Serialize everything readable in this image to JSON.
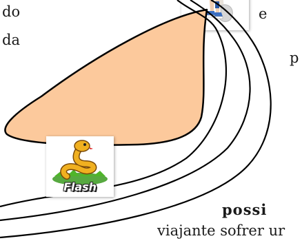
{
  "text_fragments": {
    "do": "do",
    "da": "da",
    "e": "e",
    "p": "p",
    "possi": "possi",
    "viajante": "viajante sofrer ur"
  },
  "snake_image": {
    "label": "Flash",
    "icon": "snake-icon"
  },
  "runner_image": {
    "icon": "runner-icon"
  },
  "colors": {
    "blob_fill": "#fcc99c",
    "stroke": "#000000",
    "snake_body": "#f0b020",
    "grass": "#3a9a1f"
  }
}
